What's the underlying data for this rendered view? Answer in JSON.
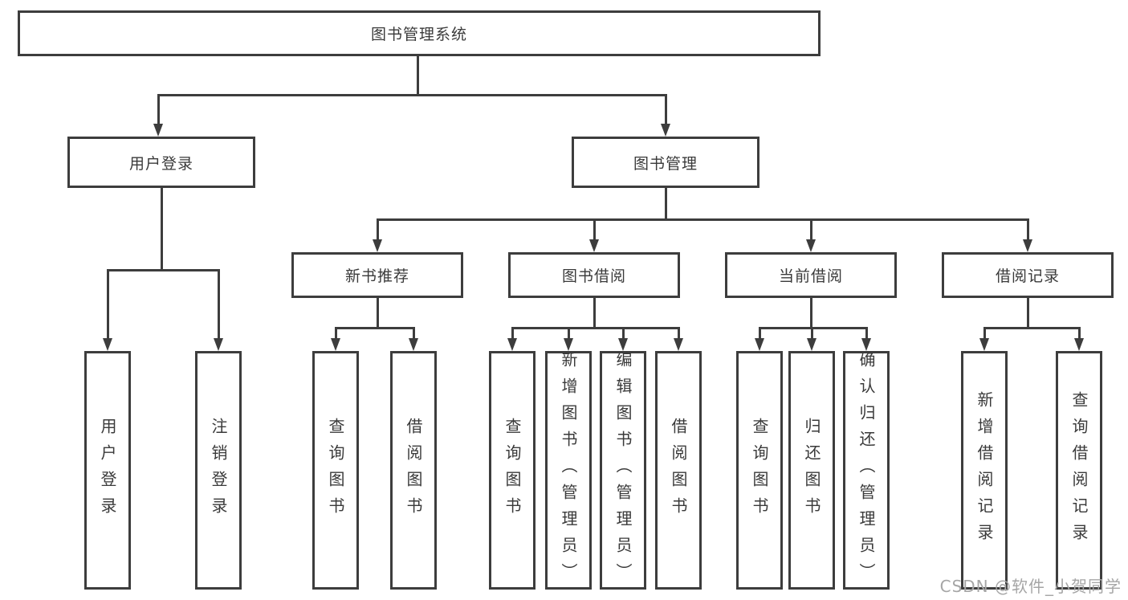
{
  "diagram": {
    "root": {
      "label": "图书管理系统"
    },
    "branches": [
      {
        "label": "用户登录",
        "children": [
          {
            "label": "用户登录"
          },
          {
            "label": "注销登录"
          }
        ]
      },
      {
        "label": "图书管理",
        "children": [
          {
            "label": "新书推荐",
            "children": [
              {
                "label": "查询图书"
              },
              {
                "label": "借阅图书"
              }
            ]
          },
          {
            "label": "图书借阅",
            "children": [
              {
                "label": "查询图书"
              },
              {
                "label": "新增图书（管理员）"
              },
              {
                "label": "编辑图书（管理员）"
              },
              {
                "label": "借阅图书"
              }
            ]
          },
          {
            "label": "当前借阅",
            "children": [
              {
                "label": "查询图书"
              },
              {
                "label": "归还图书"
              },
              {
                "label": "确认归还（管理员）"
              }
            ]
          },
          {
            "label": "借阅记录",
            "children": [
              {
                "label": "新增借阅记录"
              },
              {
                "label": "查询借阅记录"
              }
            ]
          }
        ]
      }
    ]
  },
  "watermark": {
    "text": "CSDN @软件_小贺同学"
  },
  "colors": {
    "line": "#3d3d3d",
    "text": "#3a3a3a",
    "background": "#ffffff",
    "watermark": "#a6a6a6"
  }
}
